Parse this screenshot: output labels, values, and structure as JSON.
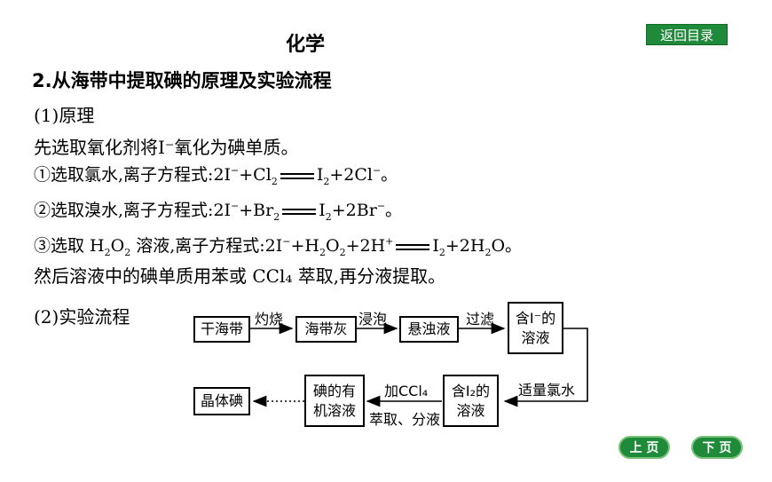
{
  "header": {
    "subject": "化学",
    "back_label": "返回目录"
  },
  "section": {
    "title": "2.从海带中提取碘的原理及实验流程",
    "sub1": "(1)原理",
    "intro": "先选取氧化剂将I⁻氧化为碘单质。",
    "item1": {
      "prefix": "①选取氯水,离子方程式:2I",
      "b": "+Cl",
      "c": "I",
      "d": "+2Cl",
      "end": "。"
    },
    "item2": {
      "prefix": "②选取溴水,离子方程式:2I",
      "b": "+Br",
      "c": "I",
      "d": "+2Br",
      "end": "。"
    },
    "item3": {
      "prefix": "③选取 H",
      "a": "O",
      "b": " 溶液,离子方程式:2I",
      "c": "+H",
      "d": "O",
      "e": "+2H",
      "f": "I",
      "g": "+2H",
      "h": "O。"
    },
    "after": "然后溶液中的碘单质用苯或 CCl₄ 萃取,再分液提取。",
    "sub2": "(2)实验流程"
  },
  "flow": {
    "box1": "干海带",
    "box2": "海带灰",
    "box3": "悬浊液",
    "box4": [
      "含I⁻的",
      "溶液"
    ],
    "box5": [
      "含I₂的",
      "溶液"
    ],
    "box6": [
      "碘的有",
      "机溶液"
    ],
    "box7": "晶体碘",
    "l1": "灼烧",
    "l2": "浸泡",
    "l3": "过滤",
    "l4": "适量氯水",
    "l5": "加CCl₄",
    "l6": "萃取、分液"
  },
  "nav": {
    "prev": "上 页",
    "next": "下 页"
  }
}
